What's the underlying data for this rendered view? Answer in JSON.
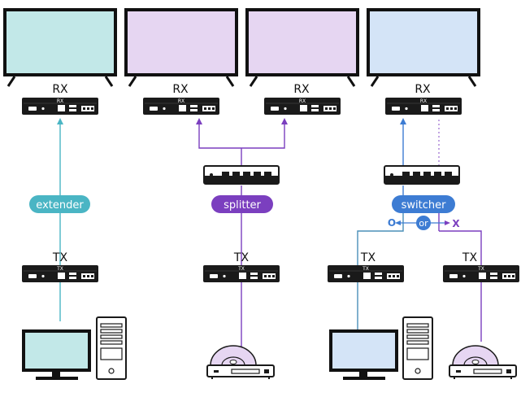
{
  "labels": {
    "rx": "RX",
    "tx": "TX",
    "extender": "extender",
    "splitter": "splitter",
    "switcher": "switcher",
    "or": "or",
    "o": "O",
    "x": "X"
  },
  "colors": {
    "extender": "#4ab5c4",
    "splitter": "#7b3fbf",
    "switcher": "#3d7cd3",
    "screen_cyan": "#c2e8e8",
    "screen_lavender": "#e6d6f2",
    "screen_blue": "#d4e4f7",
    "device_dark": "#1a1a1a"
  }
}
